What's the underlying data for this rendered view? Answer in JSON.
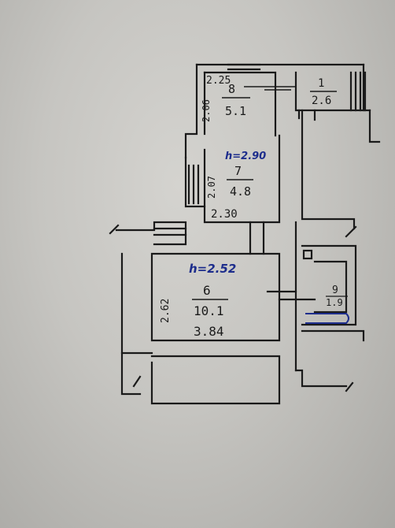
{
  "plan": {
    "room8": {
      "dim_width": "2.25",
      "dim_height": "2.06",
      "number": "8",
      "area": "5.1"
    },
    "room1": {
      "number": "1",
      "area": "2.6"
    },
    "room7": {
      "ceiling_height": "h=2.90",
      "dim_height": "2.07",
      "number": "7",
      "area": "4.8",
      "dim_width": "2.30"
    },
    "room6": {
      "ceiling_height": "h=2.52",
      "dim_height": "2.62",
      "number": "6",
      "area": "10.1",
      "dim_width": "3.84"
    },
    "room9": {
      "number": "9",
      "area": "1.9"
    }
  }
}
